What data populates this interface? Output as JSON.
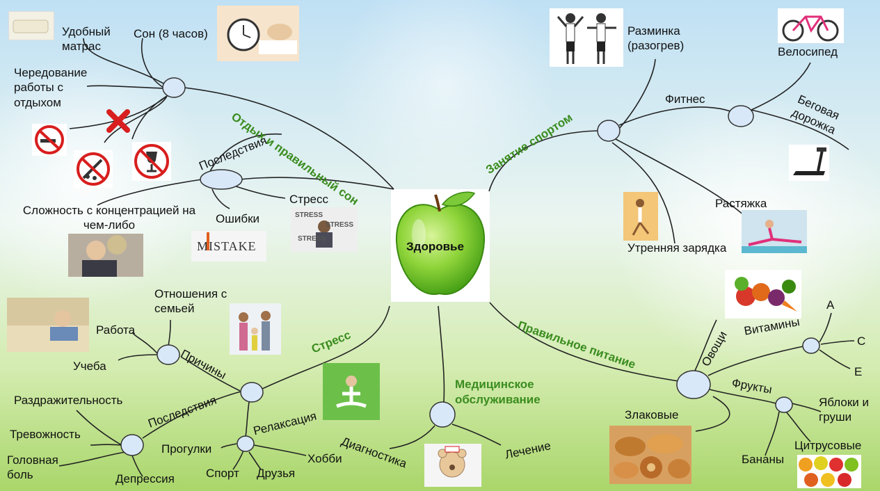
{
  "center": {
    "label": "Здоровье"
  },
  "categories": {
    "rest": "Отдых и правильный сон",
    "sport": "Занятие спортом",
    "stress": "Стресс",
    "medical": "Медицинское обслуживание",
    "nutrition": "Правильное питание"
  },
  "rest": {
    "mattress": "Удобный матрас",
    "sleep": "Сон (8 часов)",
    "alternation": "Чередование работы с отдыхом",
    "consequences": "Последствия",
    "stress": "Стресс",
    "mistakes": "Ошибки",
    "concentration": "Сложность с концентрацией на чем-либо",
    "mistake_img_text": "MISTAKE",
    "stress_img_text": "STRESS"
  },
  "sport": {
    "warmup": "Разминка (разогрев)",
    "bike": "Велосипед",
    "fitness": "Фитнес",
    "treadmill": "Беговая дорожка",
    "morning": "Утренняя зарядка",
    "stretching": "Растяжка"
  },
  "stress": {
    "family": "Отношения с семьей",
    "work": "Работа",
    "study": "Учеба",
    "causes": "Причины",
    "relaxation": "Релаксация",
    "consequences": "Последствия",
    "irritability": "Раздражительность",
    "anxiety": "Тревожность",
    "headache": "Головная боль",
    "depression": "Депрессия",
    "walks": "Прогулки",
    "hobby": "Хобби",
    "sport": "Спорт",
    "friends": "Друзья"
  },
  "medical": {
    "diagnostics": "Диагностика",
    "treatment": "Лечение"
  },
  "nutrition": {
    "vegetables": "Овощи",
    "vitamins": "Витамины",
    "vit_a": "A",
    "vit_c": "C",
    "vit_e": "E",
    "fruits": "Фрукты",
    "apples": "Яблоки и груши",
    "citrus": "Цитрусовые",
    "bananas": "Бананы",
    "cereals": "Злаковые"
  },
  "colors": {
    "category": "#3a8c1e",
    "node_fill": "#d8e8f8",
    "node_stroke": "#333333",
    "apple": "#7ccc2a",
    "prohibition": "#d81e1e"
  }
}
